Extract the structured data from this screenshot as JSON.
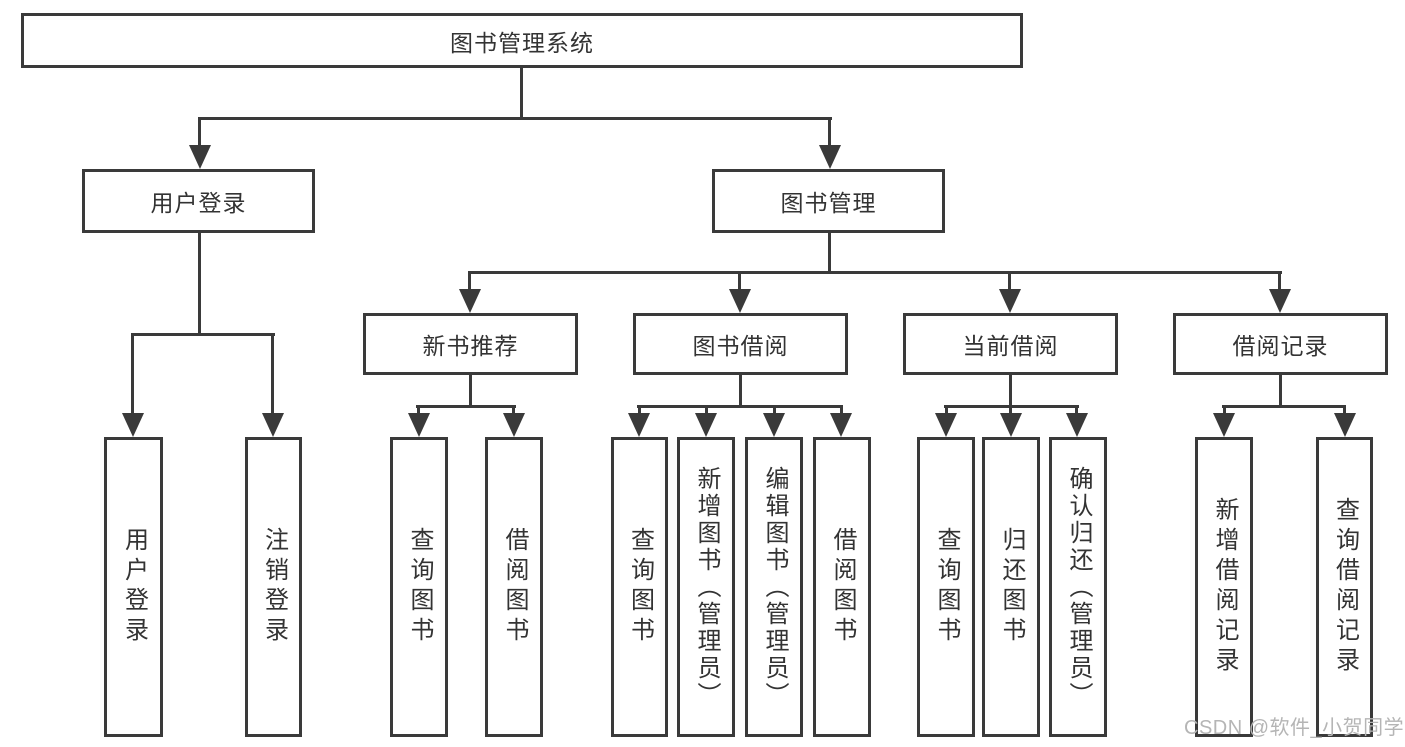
{
  "tree": {
    "root": {
      "label": "图书管理系统"
    },
    "level2": [
      {
        "label": "用户登录"
      },
      {
        "label": "图书管理"
      }
    ],
    "level3": [
      {
        "label": "新书推荐",
        "parent": "图书管理"
      },
      {
        "label": "图书借阅",
        "parent": "图书管理"
      },
      {
        "label": "当前借阅",
        "parent": "图书管理"
      },
      {
        "label": "借阅记录",
        "parent": "图书管理"
      }
    ],
    "leaves": [
      {
        "label": "用户登录",
        "parent": "用户登录"
      },
      {
        "label": "注销登录",
        "parent": "用户登录"
      },
      {
        "label": "查询图书",
        "parent": "新书推荐"
      },
      {
        "label": "借阅图书",
        "parent": "新书推荐"
      },
      {
        "label": "查询图书",
        "parent": "图书借阅"
      },
      {
        "label": "新增图书（管理员）",
        "parent": "图书借阅"
      },
      {
        "label": "编辑图书（管理员）",
        "parent": "图书借阅"
      },
      {
        "label": "借阅图书",
        "parent": "图书借阅"
      },
      {
        "label": "查询图书",
        "parent": "当前借阅"
      },
      {
        "label": "归还图书",
        "parent": "当前借阅"
      },
      {
        "label": "确认归还（管理员）",
        "parent": "当前借阅"
      },
      {
        "label": "新增借阅记录",
        "parent": "借阅记录"
      },
      {
        "label": "查询借阅记录",
        "parent": "借阅记录"
      }
    ]
  },
  "colors": {
    "line": "#3a3a3a",
    "text": "#333333",
    "watermark": "#b5b5b5"
  },
  "watermark": {
    "text": "CSDN @软件_小贺同学"
  }
}
